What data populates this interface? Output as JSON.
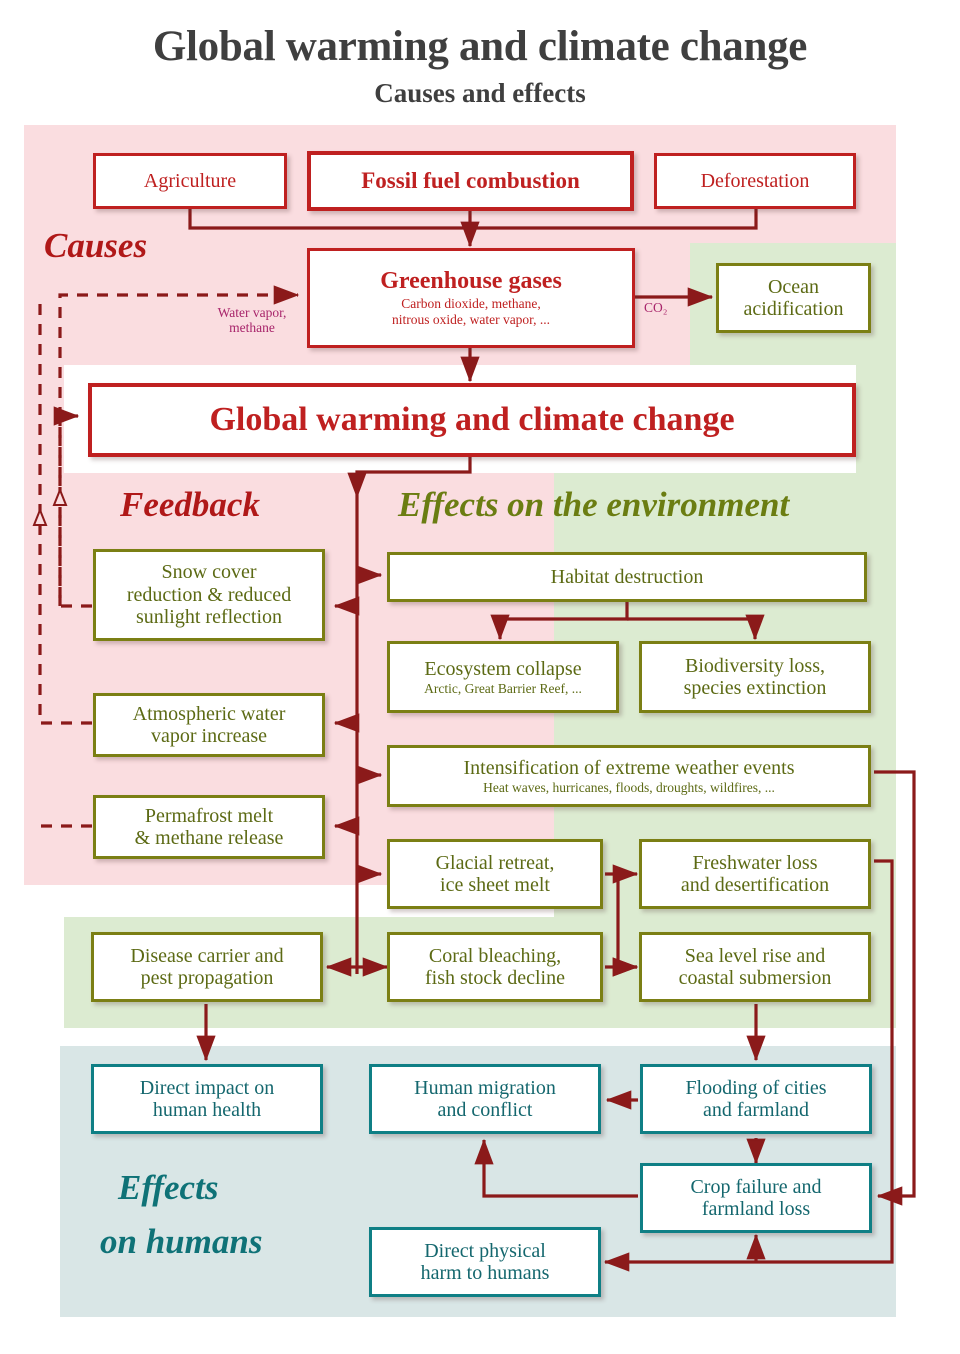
{
  "title": {
    "main": "Global warming and climate change",
    "sub": "Causes and effects"
  },
  "colors": {
    "causes_panel": "#fadde0",
    "environment_panel": "#dcebd1",
    "humans_panel": "#d9e6e6",
    "causes_accent": "#bf2020",
    "environment_accent": "#7b7f14",
    "humans_accent": "#0f7f85",
    "arrow": "#8b1a1a",
    "edge_label": "#a8256b",
    "title_text": "#3f3f3f"
  },
  "sections": {
    "causes": "Causes",
    "feedback": "Feedback",
    "environment": "Effects on the environment",
    "humans_line1": "Effects",
    "humans_line2": "on humans"
  },
  "boxes": {
    "agriculture": {
      "line1": "Agriculture"
    },
    "fossil_fuel": {
      "line1": "Fossil fuel combustion"
    },
    "deforestation": {
      "line1": "Deforestation"
    },
    "greenhouse_gases": {
      "line1": "Greenhouse gases",
      "line2": "Carbon dioxide, methane,",
      "line3": "nitrous oxide, water vapor, ..."
    },
    "ocean_acidification": {
      "line1": "Ocean",
      "line2": "acidification"
    },
    "global_warming": {
      "line1": "Global warming and climate change"
    },
    "snow_cover": {
      "line1": "Snow cover",
      "line2": "reduction & reduced",
      "line3": "sunlight reflection"
    },
    "atmospheric_vapor": {
      "line1": "Atmospheric water",
      "line2": "vapor increase"
    },
    "permafrost": {
      "line1": "Permafrost melt",
      "line2": "& methane release"
    },
    "habitat_destruction": {
      "line1": "Habitat destruction"
    },
    "ecosystem_collapse": {
      "line1": "Ecosystem collapse",
      "line2": "Arctic, Great Barrier Reef, ..."
    },
    "biodiversity_loss": {
      "line1": "Biodiversity loss,",
      "line2": "species extinction"
    },
    "extreme_weather": {
      "line1": "Intensification of extreme weather events",
      "line2": "Heat waves, hurricanes, floods, droughts, wildfires, ..."
    },
    "glacial_retreat": {
      "line1": "Glacial retreat,",
      "line2": "ice sheet melt"
    },
    "freshwater_loss": {
      "line1": "Freshwater loss",
      "line2": "and desertification"
    },
    "disease_carrier": {
      "line1": "Disease carrier and",
      "line2": "pest propagation"
    },
    "coral_bleaching": {
      "line1": "Coral bleaching,",
      "line2": "fish stock decline"
    },
    "sea_level_rise": {
      "line1": "Sea level rise and",
      "line2": "coastal submersion"
    },
    "human_health": {
      "line1": "Direct impact on",
      "line2": "human health"
    },
    "human_migration": {
      "line1": "Human migration",
      "line2": "and conflict"
    },
    "flooding_cities": {
      "line1": "Flooding of cities",
      "line2": "and farmland"
    },
    "crop_failure": {
      "line1": "Crop failure and",
      "line2": "farmland loss"
    },
    "physical_harm": {
      "line1": "Direct physical",
      "line2": "harm to humans"
    }
  },
  "edge_labels": {
    "water_vapor_methane_l1": "Water vapor,",
    "water_vapor_methane_l2": "methane",
    "co2": "CO₂"
  }
}
